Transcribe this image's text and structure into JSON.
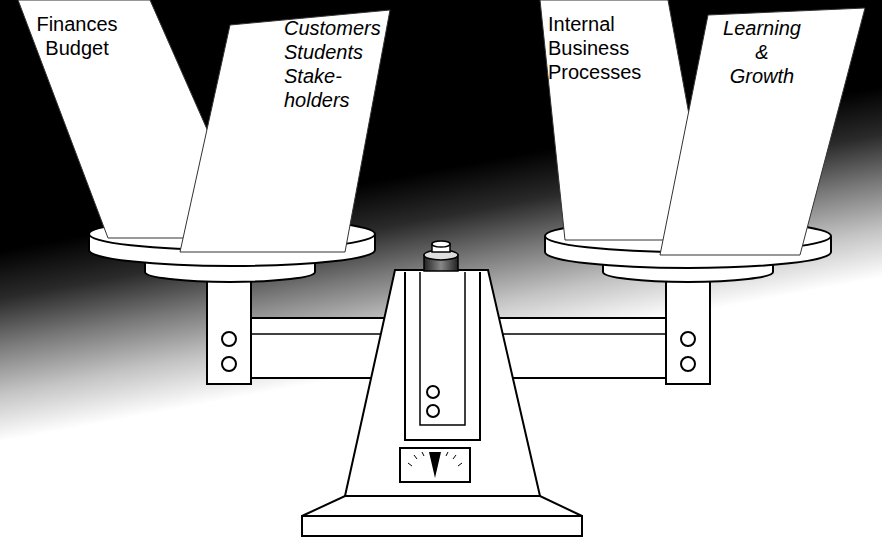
{
  "diagram": {
    "nodes": [
      {
        "text": [
          "Finances Budget"
        ]
      },
      {
        "text": [
          "Customers Students Stake-holders"
        ]
      },
      {
        "text": [
          "Internal Business Processes"
        ]
      },
      {
        "text": [
          "Learning & Growth"
        ]
      }
    ]
  }
}
